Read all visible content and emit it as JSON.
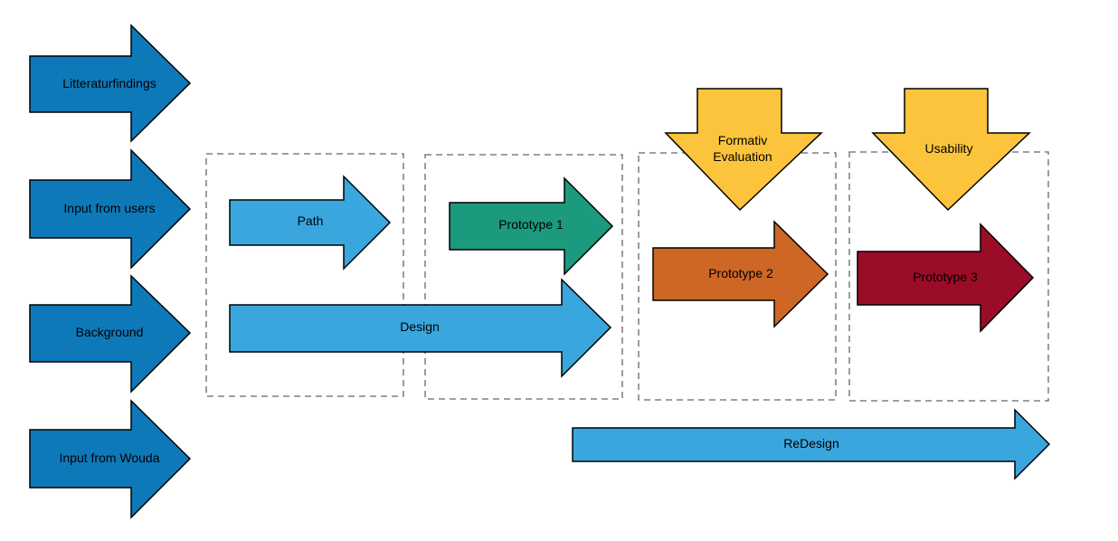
{
  "colors": {
    "input_blue": "#0e79b9",
    "process_blue": "#3aa6de",
    "prototype1": "#1c9a7d",
    "prototype2": "#ce6725",
    "prototype3": "#9b0c27",
    "evaluation": "#fcc43c"
  },
  "inputs": [
    {
      "label": "Litteraturfindings"
    },
    {
      "label": "Input from users"
    },
    {
      "label": "Background"
    },
    {
      "label": "Input from Wouda"
    }
  ],
  "process": {
    "path": "Path",
    "design": "Design",
    "prototype1": "Prototype 1",
    "prototype2": "Prototype 2",
    "prototype3": "Prototype 3",
    "redesign": "ReDesign"
  },
  "evaluations": {
    "formative_line1": "Formativ",
    "formative_line2": "Evaluation",
    "usability": "Usability"
  }
}
